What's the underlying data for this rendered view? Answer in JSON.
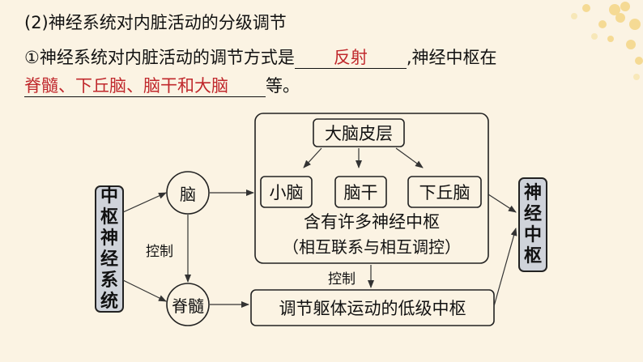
{
  "heading": "(2)神经系统对内脏活动的分级调节",
  "statement": {
    "prefix": "①神经系统对内脏活动的调节方式是",
    "answer1": "反射",
    "middle": ",神经中枢在",
    "answer2": "脊髓、下丘脑、脑干和大脑",
    "suffix": "等。"
  },
  "diagram": {
    "central_nervous_system": "中枢神经系统",
    "brain": "脑",
    "spinal_cord": "脊髓",
    "control_label_left": "控制",
    "cerebral_cortex": "大脑皮层",
    "cerebellum": "小脑",
    "brainstem": "脑干",
    "hypothalamus": "下丘脑",
    "many_centers": "含有许多神经中枢",
    "interaction": "（相互联系与相互调控）",
    "control_label_right": "控制",
    "low_level_center": "调节躯体运动的低级中枢",
    "nervous_center": "神经中枢"
  },
  "colors": {
    "answer": "#c0282c",
    "background": "#fbf3e3",
    "highlight_box": "#cfd3da",
    "flower": "#f3d27a"
  }
}
